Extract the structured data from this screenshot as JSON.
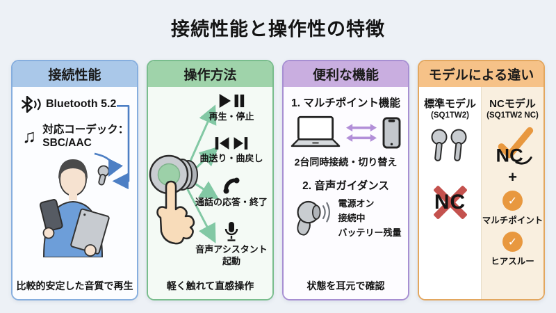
{
  "page": {
    "title": "接続性能と操作性の特徴"
  },
  "colors": {
    "background": "#edf1f6",
    "col1_header": "#aac8e9",
    "col1_border": "#86aede",
    "col2_header": "#9fd3aa",
    "col2_border": "#79bd8d",
    "col3_header": "#c9aee0",
    "col3_border": "#a78fd2",
    "col4_header": "#f6c288",
    "col4_border": "#e3a75f",
    "green_arrow": "#82c8a4",
    "purple_arrow": "#b28fd8",
    "blue_arrow": "#4d7fc4",
    "check_orange": "#e8983f",
    "cross_red": "#c4524e"
  },
  "columns": {
    "connection": {
      "header": "接続性能",
      "bluetooth_label": "Bluetooth 5.2",
      "codec_line1": "対応コーデック：",
      "codec_line2": "SBC/AAC",
      "caption": "比較的安定した音質で再生"
    },
    "operation": {
      "header": "操作方法",
      "items": [
        {
          "icon": "play-pause-icon",
          "label": "再生・停止"
        },
        {
          "icon": "skip-tracks-icon",
          "label": "曲送り・曲戻し"
        },
        {
          "icon": "phone-handset-icon",
          "label": "通話の応答・終了"
        },
        {
          "icon": "microphone-icon",
          "label": "音声アシスタント",
          "label2": "起動"
        }
      ],
      "caption": "軽く触れて直感操作"
    },
    "features": {
      "header": "便利な機能",
      "section1_title": "1. マルチポイント機能",
      "section1_caption": "2台同時接続・切り替え",
      "section2_title": "2. 音声ガイダンス",
      "voice_line1": "電源オン",
      "voice_line2": "接続中",
      "voice_line3": "バッテリー残量",
      "caption": "状態を耳元で確認"
    },
    "models": {
      "header": "モデルによる違い",
      "standard_title": "標準モデル",
      "standard_code": "(SQ1TW2)",
      "standard_nc": "NC",
      "nc_title": "NCモデル",
      "nc_code": "(SQ1TW2 NC)",
      "nc_logo": "NC",
      "plus": "+",
      "check": "✓",
      "feature1": "マルチポイント",
      "feature2": "ヒアスルー"
    }
  }
}
